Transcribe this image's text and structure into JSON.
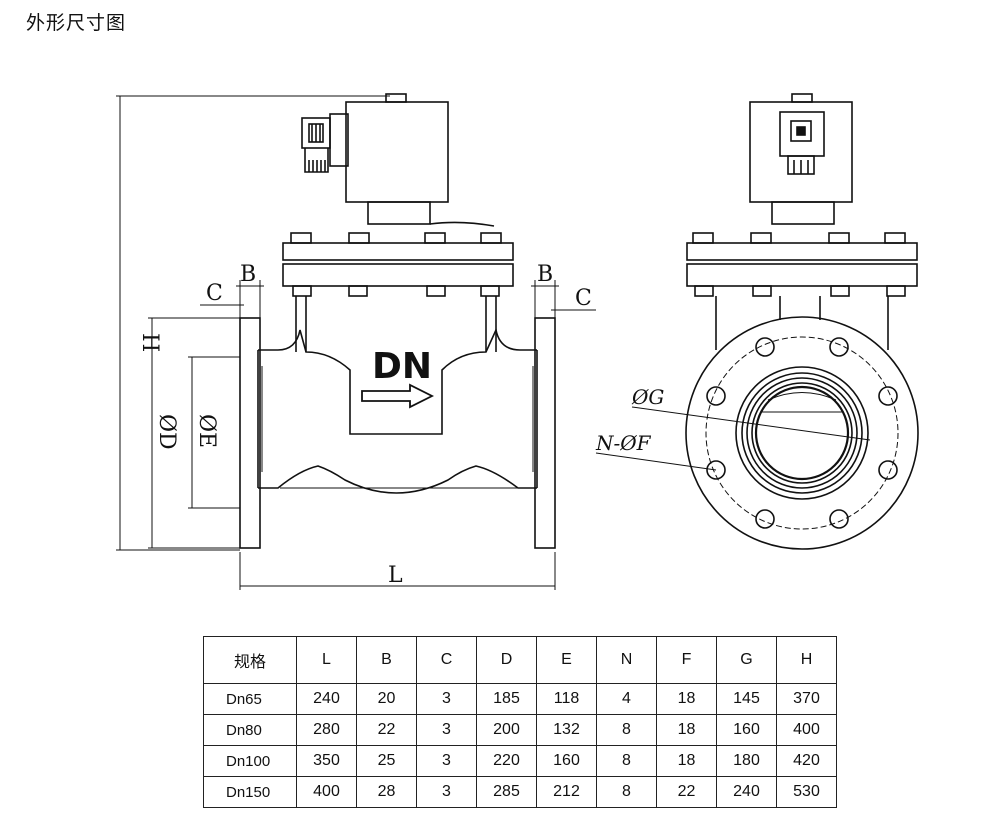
{
  "title": "外形尺寸图",
  "labels": {
    "dn": "DN",
    "B": "B",
    "C": "C",
    "H": "H",
    "D": "ØD",
    "E": "ØE",
    "L": "L",
    "G": "ØG",
    "NF": "N-ØF"
  },
  "table": {
    "headers": [
      "规格",
      "L",
      "B",
      "C",
      "D",
      "E",
      "N",
      "F",
      "G",
      "H"
    ],
    "rows": [
      [
        "Dn65",
        "240",
        "20",
        "3",
        "185",
        "118",
        "4",
        "18",
        "145",
        "370"
      ],
      [
        "Dn80",
        "280",
        "22",
        "3",
        "200",
        "132",
        "8",
        "18",
        "160",
        "400"
      ],
      [
        "Dn100",
        "350",
        "25",
        "3",
        "220",
        "160",
        "8",
        "18",
        "180",
        "420"
      ],
      [
        "Dn150",
        "400",
        "28",
        "3",
        "285",
        "212",
        "8",
        "22",
        "240",
        "530"
      ]
    ]
  }
}
